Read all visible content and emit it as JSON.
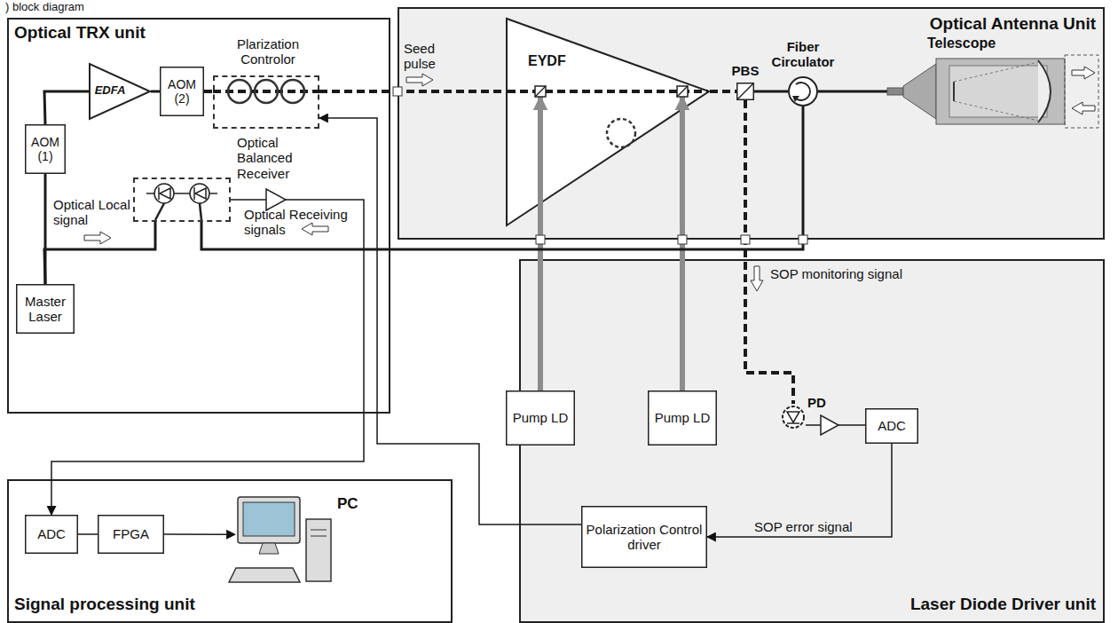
{
  "diagram": {
    "nodes": [
      {
        "text": [
          "Optical TRX unit"
        ]
      },
      {
        "text": [
          "EDFA"
        ],
        "in": 0
      },
      {
        "text": [
          "AOM (1)"
        ],
        "in": 0
      },
      {
        "text": [
          "AOM (2)"
        ],
        "in": 0
      },
      {
        "text": [
          "Plarization Controlor"
        ],
        "in": 0
      },
      {
        "text": [
          "Master Laser"
        ],
        "in": 0
      },
      {
        "text": [
          "Optical Balanced Receiver"
        ],
        "in": 0
      },
      {
        "text": [
          "Optical Antenna Unit"
        ]
      },
      {
        "text": [
          "EYDF"
        ],
        "in": 7
      },
      {
        "text": [
          "PBS"
        ],
        "in": 7
      },
      {
        "text": [
          "Fiber Circulator"
        ],
        "in": 7
      },
      {
        "text": [
          "Telescope"
        ],
        "in": 7
      },
      {
        "text": [
          "Laser Diode Driver unit"
        ]
      },
      {
        "text": [
          "Pump LD"
        ],
        "in": 12
      },
      {
        "text": [
          "Pump LD"
        ],
        "in": 12
      },
      {
        "text": [
          "PD"
        ],
        "in": 12
      },
      {
        "text": [
          "ADC"
        ],
        "in": 12
      },
      {
        "text": [
          "Polarization Control driver"
        ],
        "in": 12
      },
      {
        "text": [
          "Signal processing unit"
        ]
      },
      {
        "text": [
          "ADC"
        ],
        "in": 18
      },
      {
        "text": [
          "FPGA"
        ],
        "in": 18
      },
      {
        "text": [
          "PC"
        ],
        "in": 18
      }
    ],
    "edges": [
      {
        "from": 5,
        "to": 2,
        "arrow": "none"
      },
      {
        "from": 2,
        "to": 1,
        "arrow": "none"
      },
      {
        "from": 1,
        "to": 3,
        "arrow": "none"
      },
      {
        "from": 3,
        "to": 4,
        "arrow": "none"
      },
      {
        "from": 4,
        "to": 8,
        "arrow": "none"
      },
      {
        "from": 8,
        "to": 9,
        "arrow": "none"
      },
      {
        "from": 9,
        "to": 10,
        "arrow": "none"
      },
      {
        "from": 10,
        "to": 11,
        "arrow": "none"
      },
      {
        "from": 13,
        "to": 8,
        "arrow": "to"
      },
      {
        "from": 14,
        "to": 8,
        "arrow": "to"
      },
      {
        "from": 9,
        "to": 15,
        "arrow": "none"
      },
      {
        "from": 15,
        "to": 16,
        "arrow": "none"
      },
      {
        "from": 16,
        "to": 17,
        "label": "SOP error signal",
        "arrow": "to"
      },
      {
        "from": 17,
        "to": 4,
        "arrow": "to"
      },
      {
        "from": 10,
        "to": 6,
        "arrow": "none"
      },
      {
        "from": 5,
        "to": 6,
        "arrow": "none"
      },
      {
        "from": 6,
        "to": 19,
        "arrow": "to"
      },
      {
        "from": 19,
        "to": 20,
        "arrow": "none"
      },
      {
        "from": 20,
        "to": 21,
        "arrow": "to"
      }
    ],
    "labels": [
      ") block diagram",
      "Seed pulse",
      "Optical Local signal",
      "Optical Receiving signals",
      "SOP monitoring signal"
    ]
  }
}
